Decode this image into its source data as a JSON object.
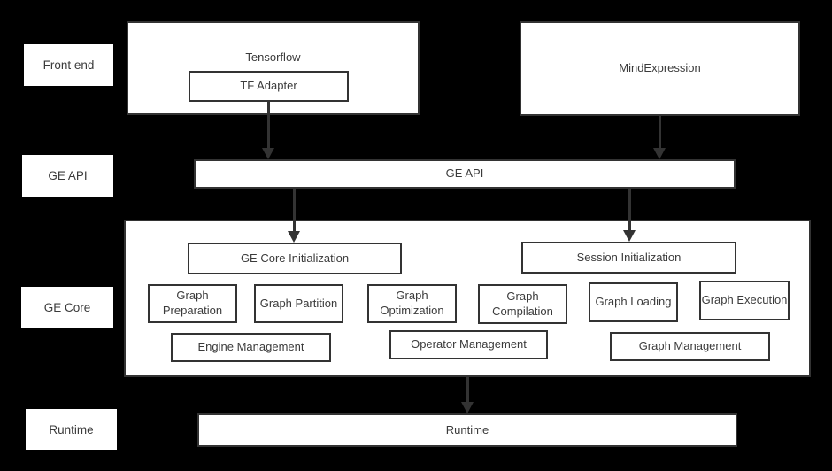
{
  "colors": {
    "background": "#000000",
    "box_fill": "#ffffff",
    "box_border": "#333333",
    "text": "#3b3b3b",
    "arrow": "#333333"
  },
  "row_labels": {
    "front_end": "Front end",
    "ge_api": "GE API",
    "ge_core": "GE Core",
    "runtime": "Runtime"
  },
  "boxes": {
    "tensorflow": "Tensorflow",
    "tf_adapter": "TF Adapter",
    "mind_expression": "MindExpression",
    "ge_api_bar": "GE API",
    "ge_core_initialization": "GE Core Initialization",
    "session_initialization": "Session Initialization",
    "stages": [
      "Graph Preparation",
      "Graph Partition",
      "Graph Optimization",
      "Graph Compilation",
      "Graph Loading",
      "Graph Execution"
    ],
    "management": [
      "Engine Management",
      "Operator Management",
      "Graph Management"
    ],
    "runtime_bar": "Runtime"
  }
}
